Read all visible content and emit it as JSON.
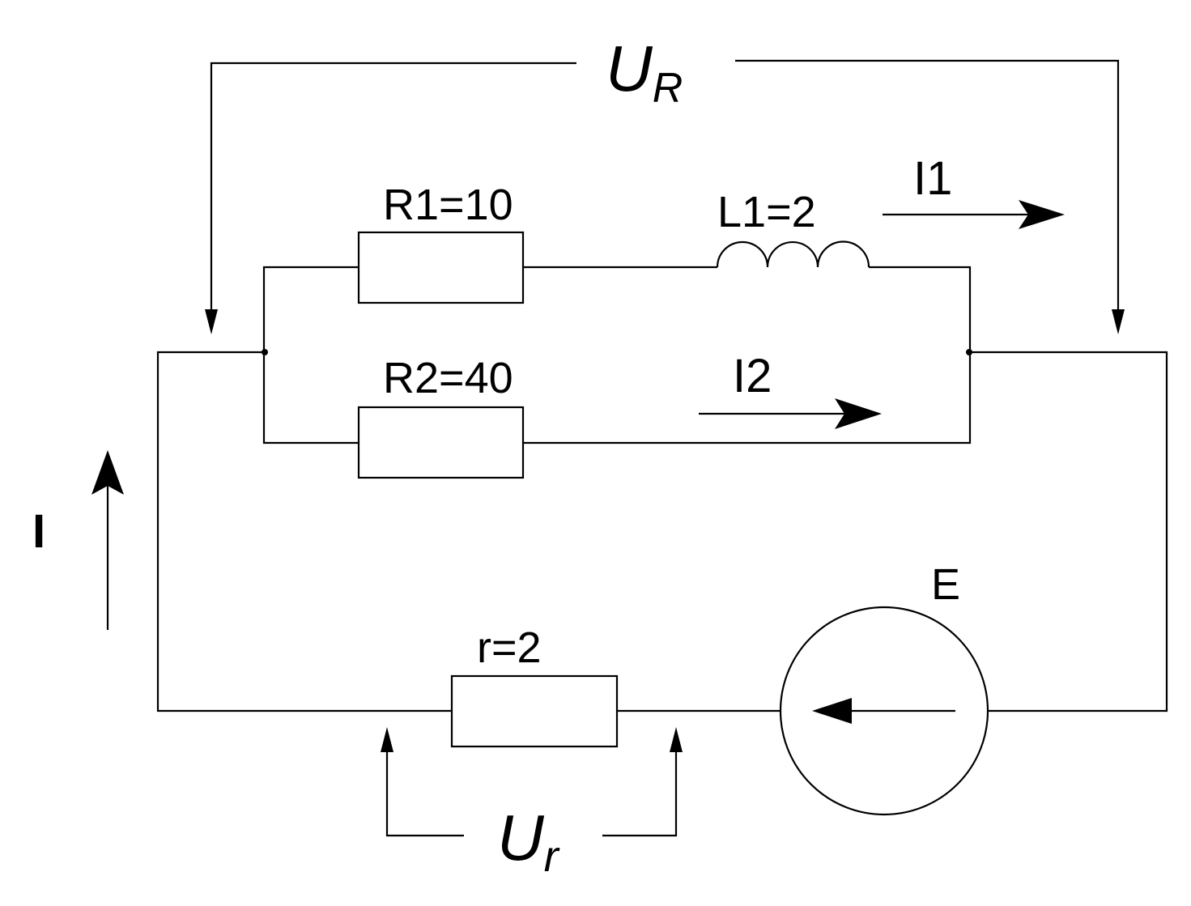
{
  "labels": {
    "voltage_R_main": "U",
    "voltage_R_sub": "R",
    "voltage_r_main": "U",
    "voltage_r_sub": "r",
    "r1": "R1=10",
    "l1": "L1=2",
    "r2": "R2=40",
    "r_internal": "r=2",
    "source": "E",
    "current_total": "I",
    "current_1": "I1",
    "current_2": "I2"
  }
}
